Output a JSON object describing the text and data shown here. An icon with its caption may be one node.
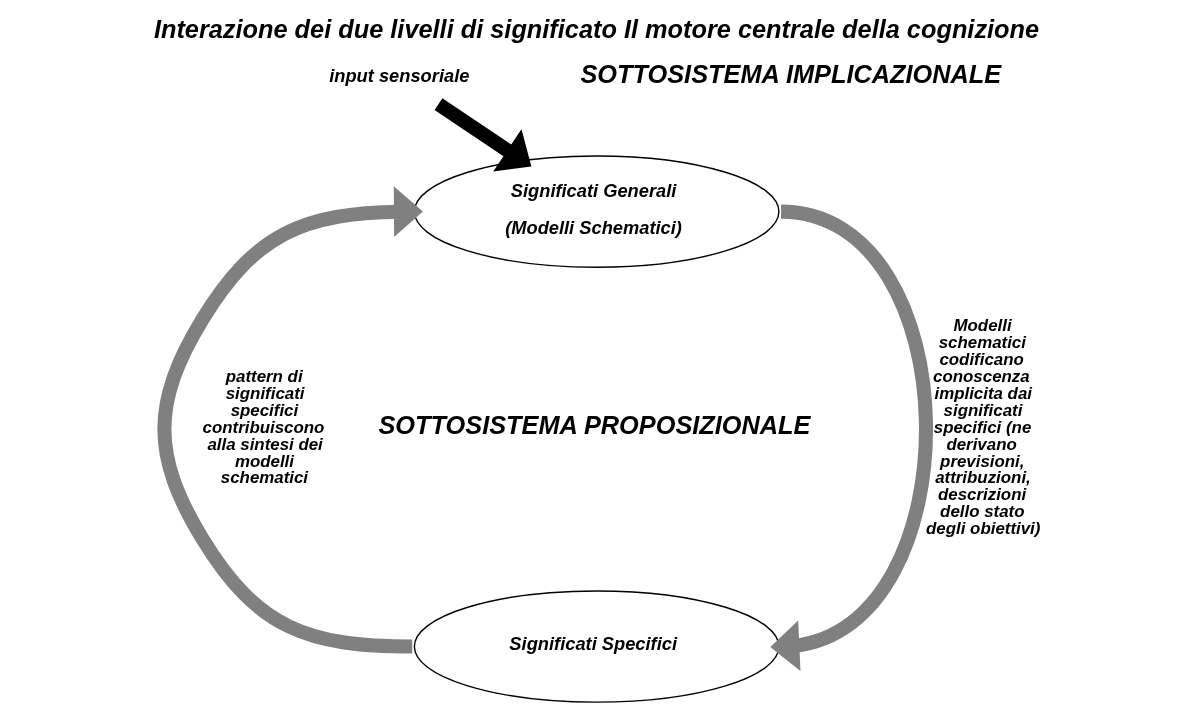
{
  "diagram": {
    "title": "Interazione dei due livelli di significato Il motore centrale della cognizione",
    "nodes": [
      {
        "text": [
          "Significati Generali",
          "(Modelli Schematici)"
        ]
      },
      {
        "text": [
          "Significati Specifici"
        ]
      },
      {
        "text": [
          "input sensoriale"
        ]
      }
    ],
    "edges": [
      {
        "from": 2,
        "to": 0,
        "arrow": "to",
        "color": "#000000"
      },
      {
        "from": 0,
        "to": 1,
        "arrow": "to",
        "label": "Modelli schematici codificano conoscenza implicita dai significati specifici (ne derivano previsioni, attribuzioni, descrizioni dello stato degli obiettivi)"
      },
      {
        "from": 1,
        "to": 0,
        "arrow": "to",
        "label": "pattern di significati specifici contribuiscono alla sintesi dei modelli schematici"
      }
    ],
    "labels": [
      "SOTTOSISTEMA IMPLICAZIONALE",
      "SOTTOSISTEMA PROPOSIZIONALE"
    ]
  }
}
